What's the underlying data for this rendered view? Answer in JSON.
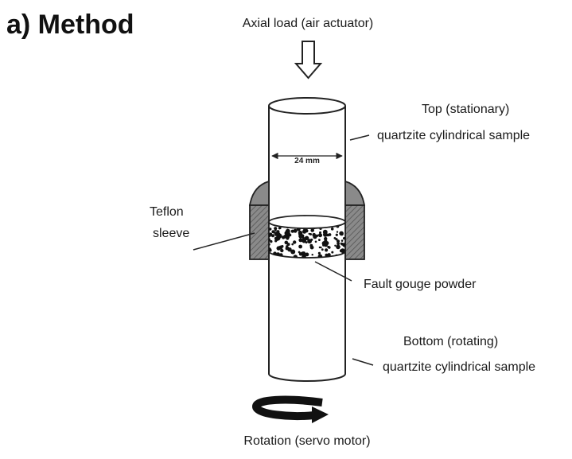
{
  "figure": {
    "title": "a) Method",
    "labels": {
      "axial_load": "Axial load (air actuator)",
      "top_line1": "Top (stationary)",
      "top_line2": "quartzite cylindrical sample",
      "diameter": "24 mm",
      "teflon_line1": "Teflon",
      "teflon_line2": "sleeve",
      "gouge": "Fault gouge powder",
      "bottom_line1": "Bottom (rotating)",
      "bottom_line2": "quartzite cylindrical sample",
      "rotation": "Rotation (servo motor)"
    }
  },
  "colors": {
    "line": "#222222",
    "sleeve_fill": "#8a8a8a",
    "gouge_fill": "#ffffff",
    "gouge_grain": "#111111",
    "arrow_fill": "#ffffff",
    "rotation_arrow": "#111111"
  },
  "icons": {
    "load_arrow": "arrow-down-outline-icon",
    "rotation_arrow": "curved-rotation-arrow-icon"
  }
}
